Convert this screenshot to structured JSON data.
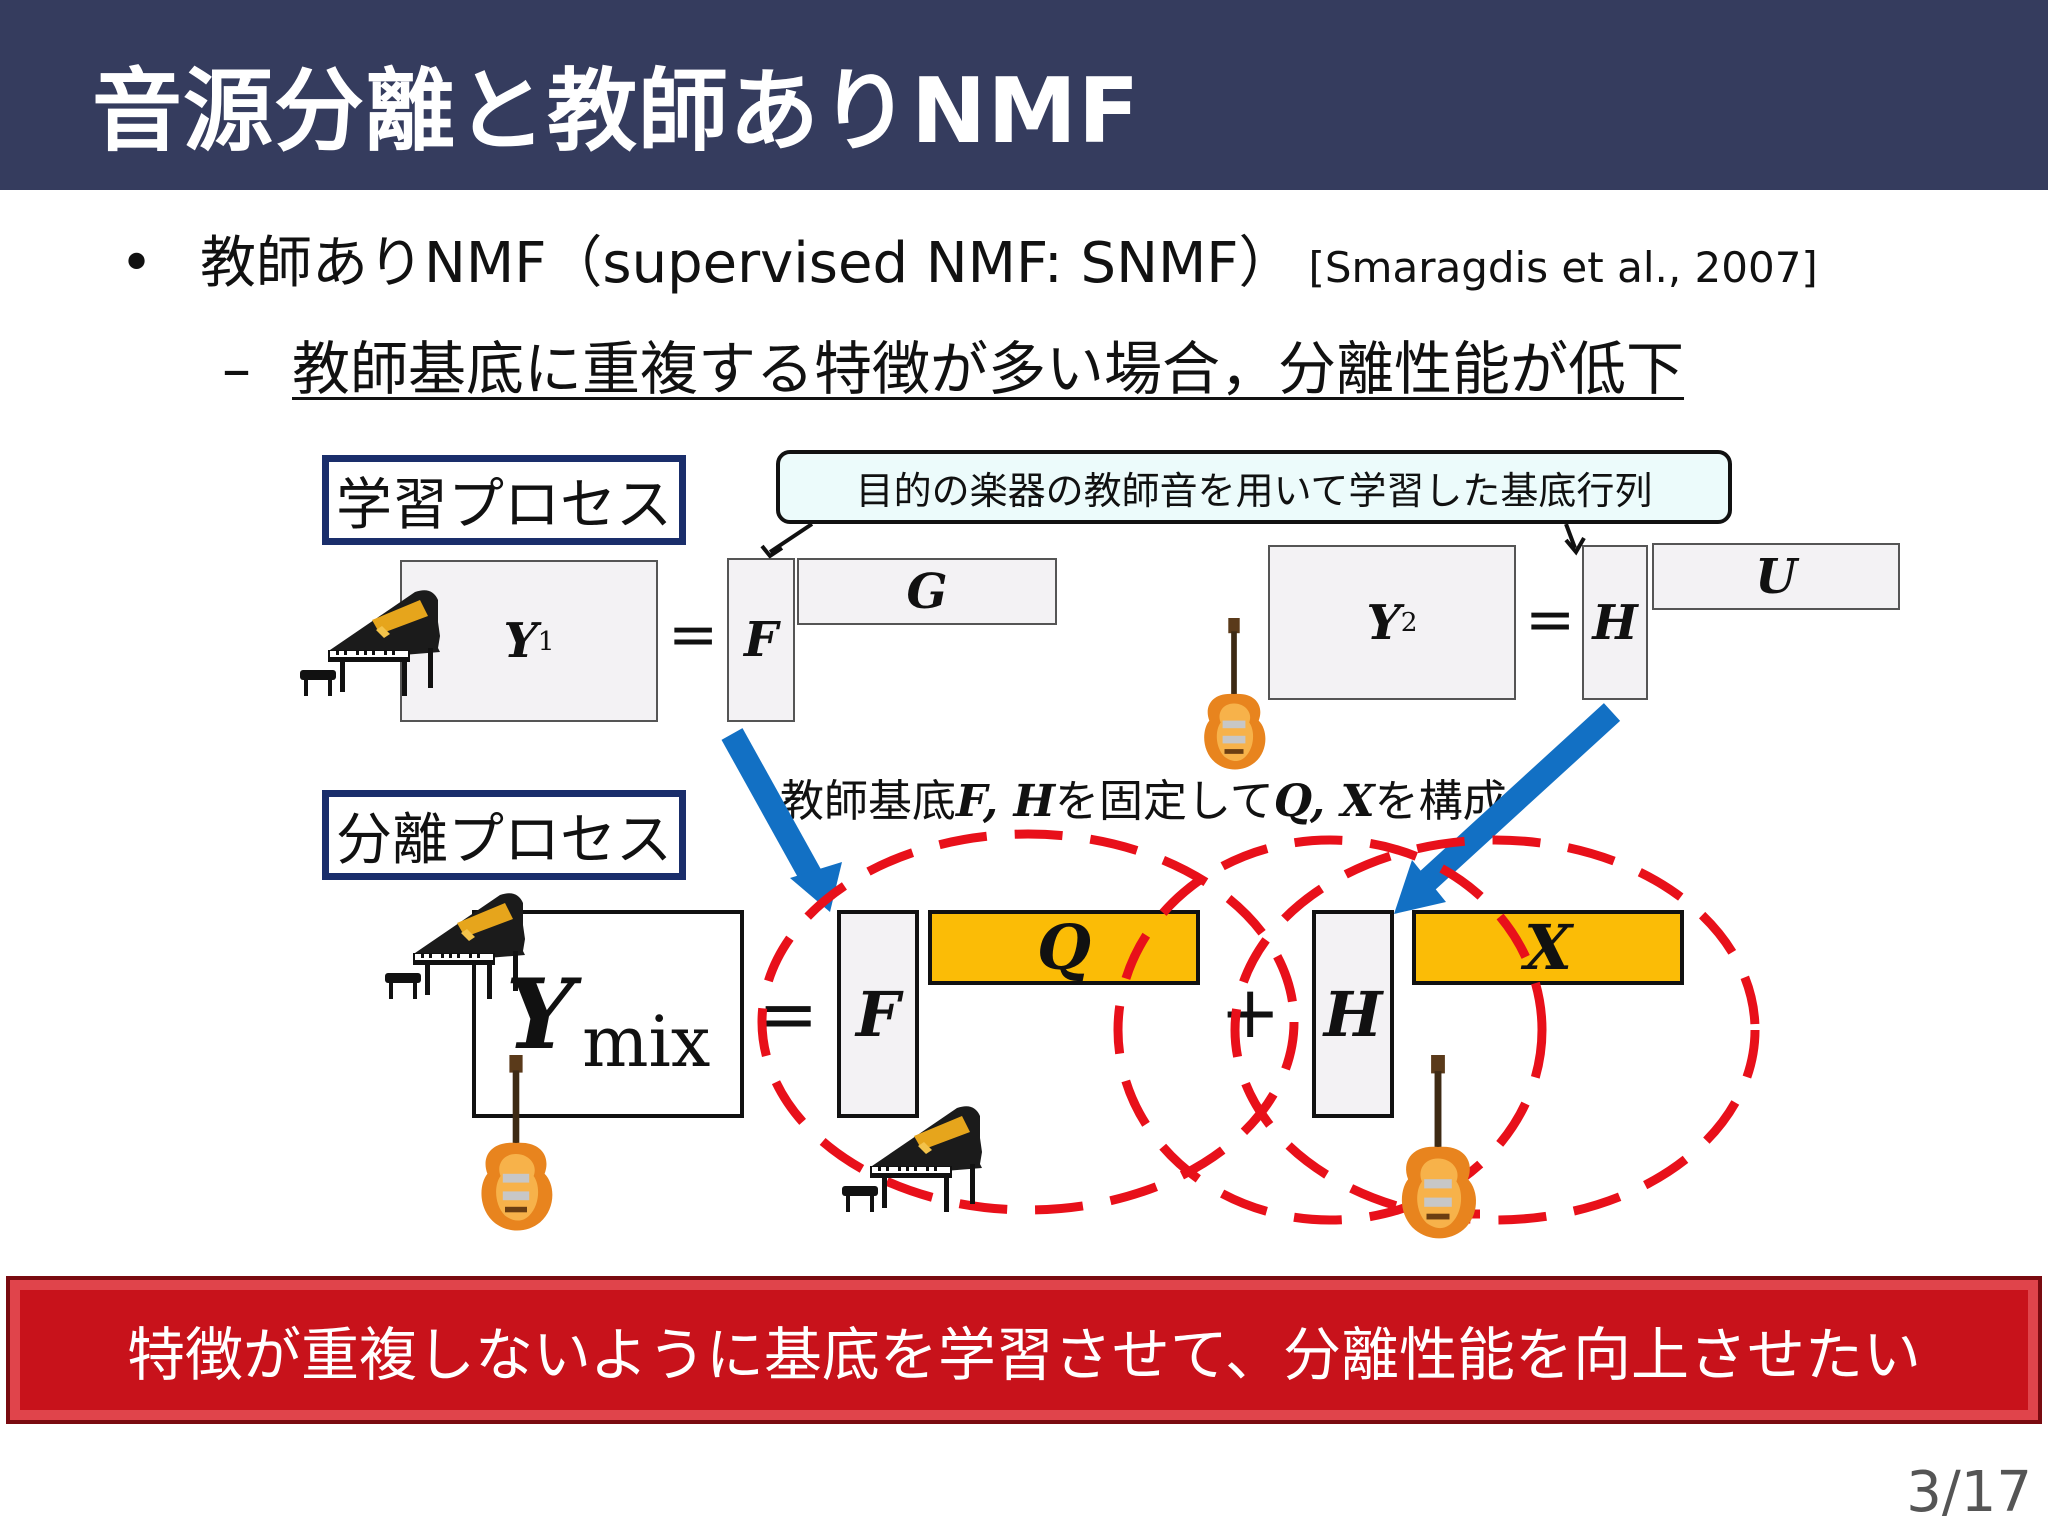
{
  "slide": {
    "title": "音源分離と教師ありNMF",
    "bullet1": {
      "marker": "•",
      "text": "教師ありNMF（supervised NMF: SNMF）",
      "citation": "[Smaragdis et al., 2007]"
    },
    "bullet2": {
      "marker": "–",
      "text": "教師基底に重複する特徴が多い場合，分離性能が低下"
    },
    "page_number": "3/17"
  },
  "diagram": {
    "learning_label": "学習プロセス",
    "separation_label": "分離プロセス",
    "callout": "目的の楽器の教師音を用いて学習した基底行列",
    "middle_label": {
      "prefix": "教師基底",
      "vars1": "F, H",
      "mid": "を固定して",
      "vars2": "Q, X",
      "suffix": "を構成"
    },
    "equals": "=",
    "plus": "+",
    "matrices": {
      "y1": "Y",
      "y1_sub": "1",
      "f": "F",
      "g": "G",
      "y2": "Y",
      "y2_sub": "2",
      "h": "H",
      "u": "U",
      "ymix": "Y",
      "ymix_sub": "mix",
      "f2": "F",
      "q": "Q",
      "h2": "H",
      "x": "X"
    },
    "icons": [
      "piano-icon",
      "guitar-icon"
    ],
    "colors": {
      "title_bar": "#353c5e",
      "label_border": "#1a2e6b",
      "callout_fill": "#ecfbfb",
      "arrow_blue": "#1270c4",
      "dashed_red": "#e8101a",
      "gold_matrix": "#fbbc06",
      "banner": "#c8121b"
    }
  },
  "banner": {
    "text": "特徴が重複しないように基底を学習させて、分離性能を向上させたい"
  }
}
